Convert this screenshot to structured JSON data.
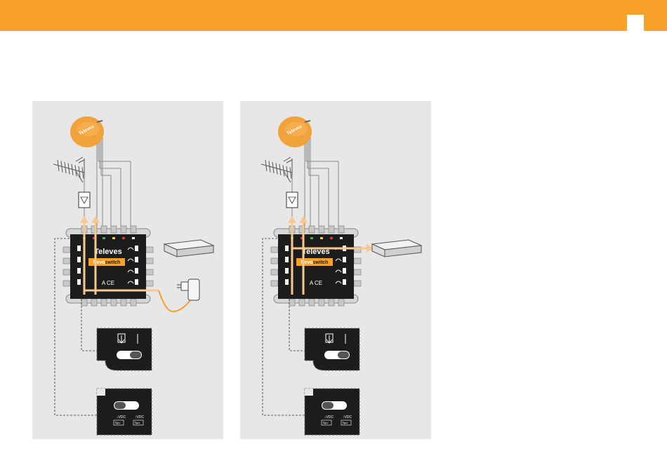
{
  "colors": {
    "header_bar": "#f7a12a",
    "panel_bg": "#e7e7e8",
    "dish": "#f2a23a",
    "signal_arrow": "#f8c78d",
    "device_dark": "#1c1c1c",
    "accent_orange": "#f7a12a"
  },
  "labels": {
    "brand": "Televes",
    "product_prefix": "Nevo",
    "product_suffix": "switch",
    "vdc_label": "VDC",
    "terr_label": "Terr"
  },
  "panels": [
    {
      "name": "panel-left",
      "power_supply": true,
      "receiver_signal": false
    },
    {
      "name": "panel-right",
      "power_supply": false,
      "receiver_signal": true
    }
  ]
}
